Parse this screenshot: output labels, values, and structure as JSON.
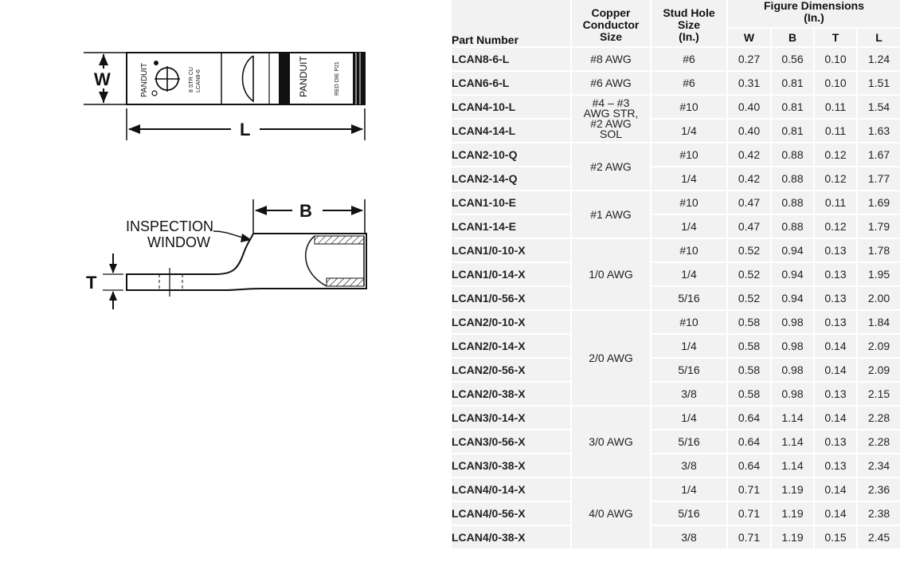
{
  "drawing": {
    "dim_w": "W",
    "dim_l": "L",
    "dim_b": "B",
    "dim_t": "T",
    "inspection_line1": "INSPECTION",
    "inspection_line2": "WINDOW",
    "lug_brand": "PANDUIT",
    "lug_marking1": "8 STR CU",
    "lug_marking2": "LCAN8-6",
    "lug_brand2": "PANDUIT",
    "lug_die": "RED DIE P21"
  },
  "table": {
    "headers": {
      "part_number": "Part Number",
      "conductor_line1": "Copper",
      "conductor_line2": "Conductor",
      "conductor_line3": "Size",
      "stud_line1": "Stud Hole",
      "stud_line2": "Size",
      "stud_line3": "(In.)",
      "figure_line1": "Figure Dimensions",
      "figure_line2": "(In.)",
      "w": "W",
      "b": "B",
      "t": "T",
      "l": "L"
    },
    "rows": [
      {
        "part": "LCAN8-6-L",
        "cond": "#8 AWG",
        "stud": "#6",
        "w": "0.27",
        "b": "0.56",
        "t": "0.10",
        "l": "1.24"
      },
      {
        "part": "LCAN6-6-L",
        "cond": "#6 AWG",
        "stud": "#6",
        "w": "0.31",
        "b": "0.81",
        "t": "0.10",
        "l": "1.51"
      },
      {
        "part": "LCAN4-10-L",
        "cond": "#4 – #3\nAWG STR,\n#2 AWG\nSOL",
        "stud": "#10",
        "w": "0.40",
        "b": "0.81",
        "t": "0.11",
        "l": "1.54"
      },
      {
        "part": "LCAN4-14-L",
        "stud": "1/4",
        "w": "0.40",
        "b": "0.81",
        "t": "0.11",
        "l": "1.63"
      },
      {
        "part": "LCAN2-10-Q",
        "cond": "#2 AWG",
        "stud": "#10",
        "w": "0.42",
        "b": "0.88",
        "t": "0.12",
        "l": "1.67"
      },
      {
        "part": "LCAN2-14-Q",
        "stud": "1/4",
        "w": "0.42",
        "b": "0.88",
        "t": "0.12",
        "l": "1.77"
      },
      {
        "part": "LCAN1-10-E",
        "cond": "#1 AWG",
        "stud": "#10",
        "w": "0.47",
        "b": "0.88",
        "t": "0.11",
        "l": "1.69"
      },
      {
        "part": "LCAN1-14-E",
        "stud": "1/4",
        "w": "0.47",
        "b": "0.88",
        "t": "0.12",
        "l": "1.79"
      },
      {
        "part": "LCAN1/0-10-X",
        "cond": "1/0 AWG",
        "stud": "#10",
        "w": "0.52",
        "b": "0.94",
        "t": "0.13",
        "l": "1.78"
      },
      {
        "part": "LCAN1/0-14-X",
        "stud": "1/4",
        "w": "0.52",
        "b": "0.94",
        "t": "0.13",
        "l": "1.95"
      },
      {
        "part": "LCAN1/0-56-X",
        "stud": "5/16",
        "w": "0.52",
        "b": "0.94",
        "t": "0.13",
        "l": "2.00"
      },
      {
        "part": "LCAN2/0-10-X",
        "cond": "2/0 AWG",
        "stud": "#10",
        "w": "0.58",
        "b": "0.98",
        "t": "0.13",
        "l": "1.84"
      },
      {
        "part": "LCAN2/0-14-X",
        "stud": "1/4",
        "w": "0.58",
        "b": "0.98",
        "t": "0.14",
        "l": "2.09"
      },
      {
        "part": "LCAN2/0-56-X",
        "stud": "5/16",
        "w": "0.58",
        "b": "0.98",
        "t": "0.14",
        "l": "2.09"
      },
      {
        "part": "LCAN2/0-38-X",
        "stud": "3/8",
        "w": "0.58",
        "b": "0.98",
        "t": "0.13",
        "l": "2.15"
      },
      {
        "part": "LCAN3/0-14-X",
        "cond": "3/0 AWG",
        "stud": "1/4",
        "w": "0.64",
        "b": "1.14",
        "t": "0.14",
        "l": "2.28"
      },
      {
        "part": "LCAN3/0-56-X",
        "stud": "5/16",
        "w": "0.64",
        "b": "1.14",
        "t": "0.13",
        "l": "2.28"
      },
      {
        "part": "LCAN3/0-38-X",
        "stud": "3/8",
        "w": "0.64",
        "b": "1.14",
        "t": "0.13",
        "l": "2.34"
      },
      {
        "part": "LCAN4/0-14-X",
        "cond": "4/0 AWG",
        "stud": "1/4",
        "w": "0.71",
        "b": "1.19",
        "t": "0.14",
        "l": "2.36"
      },
      {
        "part": "LCAN4/0-56-X",
        "stud": "5/16",
        "w": "0.71",
        "b": "1.19",
        "t": "0.14",
        "l": "2.38"
      },
      {
        "part": "LCAN4/0-38-X",
        "stud": "3/8",
        "w": "0.71",
        "b": "1.19",
        "t": "0.15",
        "l": "2.45"
      }
    ]
  }
}
